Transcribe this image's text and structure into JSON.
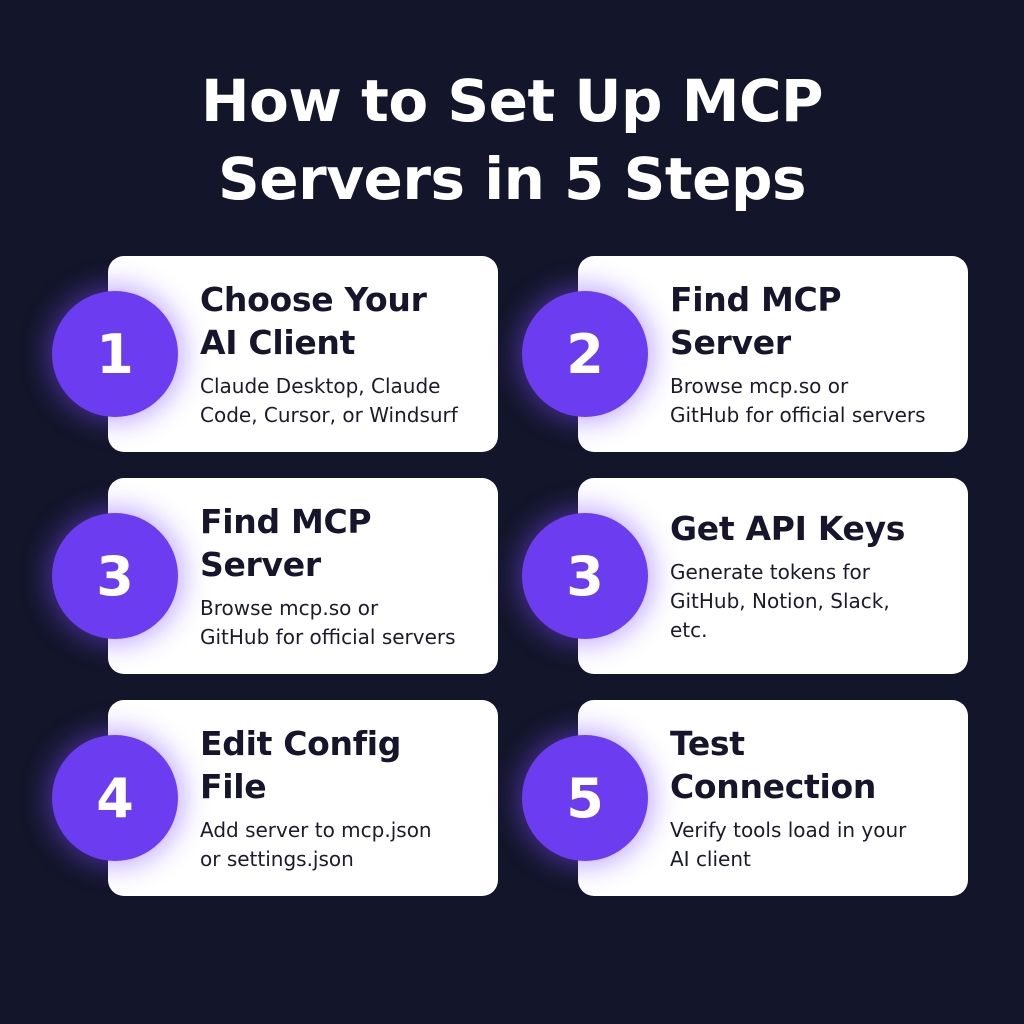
{
  "title": {
    "line1": "How to Set Up MCP",
    "line2": "Servers in 5 Steps"
  },
  "steps": [
    {
      "number": "1",
      "heading": [
        "Choose Your",
        "AI Client"
      ],
      "description": [
        "Claude Desktop, Claude",
        "Code, Cursor, or Windsurf"
      ]
    },
    {
      "number": "2",
      "heading": [
        "Find MCP",
        "Server"
      ],
      "description": [
        "Browse mcp.so or",
        "GitHub for official servers"
      ]
    },
    {
      "number": "3",
      "heading": [
        "Find MCP",
        "Server"
      ],
      "description": [
        "Browse mcp.so or",
        "GitHub for official servers"
      ]
    },
    {
      "number": "3",
      "heading": [
        "Get API Keys"
      ],
      "description": [
        "Generate tokens for",
        "GitHub, Notion, Slack,",
        "etc."
      ]
    },
    {
      "number": "4",
      "heading": [
        "Edit Config",
        "File"
      ],
      "description": [
        "Add server to mcp.json",
        "or settings.json"
      ]
    },
    {
      "number": "5",
      "heading": [
        "Test",
        "Connection"
      ],
      "description": [
        "Verify tools load in your",
        "AI client"
      ]
    }
  ],
  "colors": {
    "background": "#13152a",
    "accent": "#6b3cf0",
    "card": "#ffffff",
    "heading_text": "#16152b"
  }
}
